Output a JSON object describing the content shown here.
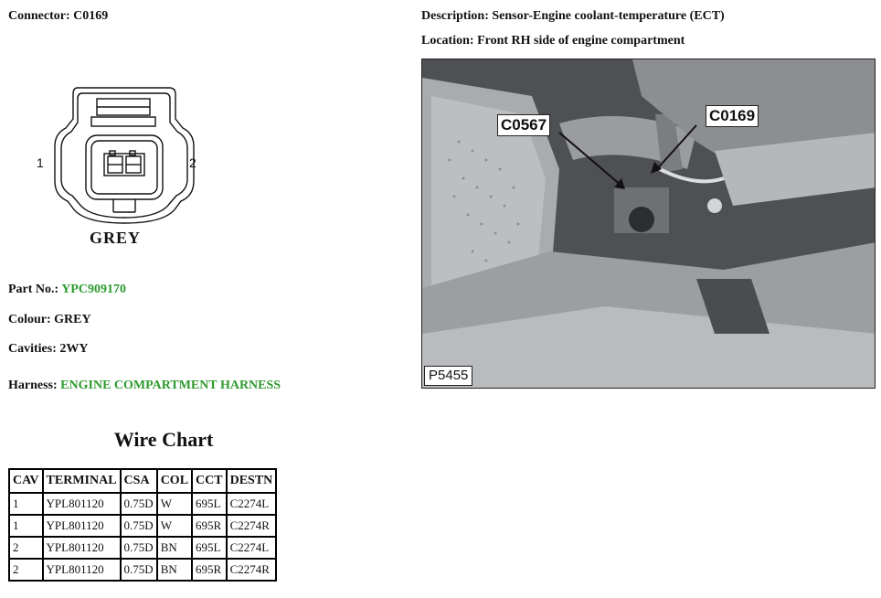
{
  "connector": {
    "label": "Connector:",
    "value": "C0169"
  },
  "description": {
    "label": "Description:",
    "value": "Sensor-Engine coolant-temperature (ECT)"
  },
  "location": {
    "label": "Location:",
    "value": "Front RH side of engine compartment"
  },
  "diagram": {
    "pin1": "1",
    "pin2": "2",
    "color_caption": "GREY"
  },
  "part_no": {
    "label": "Part No.:",
    "value": "YPC909170"
  },
  "colour": {
    "label": "Colour:",
    "value": "GREY"
  },
  "cavities": {
    "label": "Cavities:",
    "value": "2WY"
  },
  "harness": {
    "label": "Harness:",
    "value": "ENGINE COMPARTMENT HARNESS"
  },
  "photo": {
    "callout_a": "C0567",
    "callout_b": "C0169",
    "ref": "P5455"
  },
  "wire_chart": {
    "title": "Wire Chart",
    "headers": [
      "CAV",
      "TERMINAL",
      "CSA",
      "COL",
      "CCT",
      "DESTN"
    ],
    "rows": [
      [
        "1",
        "YPL801120",
        "0.75D",
        "W",
        "695L",
        "C2274L"
      ],
      [
        "1",
        "YPL801120",
        "0.75D",
        "W",
        "695R",
        "C2274R"
      ],
      [
        "2",
        "YPL801120",
        "0.75D",
        "BN",
        "695L",
        "C2274L"
      ],
      [
        "2",
        "YPL801120",
        "0.75D",
        "BN",
        "695R",
        "C2274R"
      ]
    ]
  },
  "colors": {
    "link_green": "#2e9a2e"
  }
}
